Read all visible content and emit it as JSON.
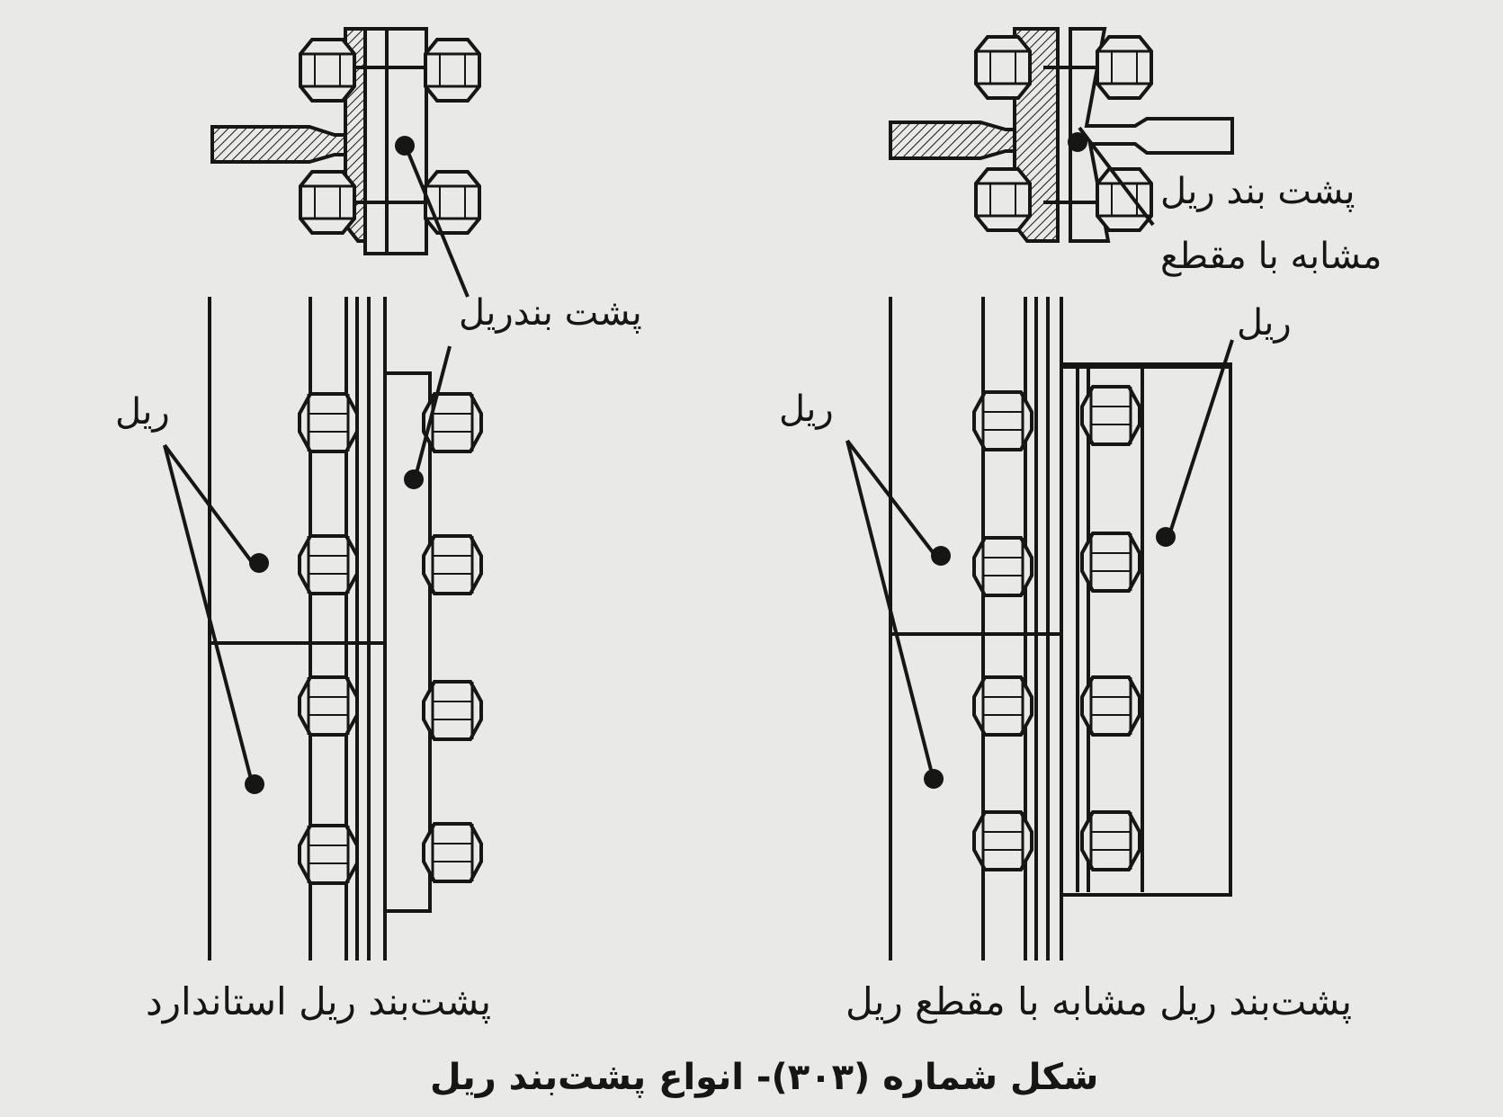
{
  "figure": {
    "caption": "شکل شماره (۳۰۳)- انواع پشت‌بند ریل"
  },
  "left_diagram": {
    "label_backing": "پشت بندریل",
    "label_rail": "ریل",
    "caption": "پشت‌بند ریل استاندارد"
  },
  "right_diagram": {
    "label_backing_line1": "پشت بند ریل",
    "label_backing_line2": "مشابه با مقطع",
    "label_backing_line3": "ریل",
    "label_rail": "ریل",
    "caption": "پشت‌بند ریل مشابه با مقطع ریل"
  },
  "colors": {
    "ink": "#161616",
    "paper": "#e9e9e7"
  }
}
